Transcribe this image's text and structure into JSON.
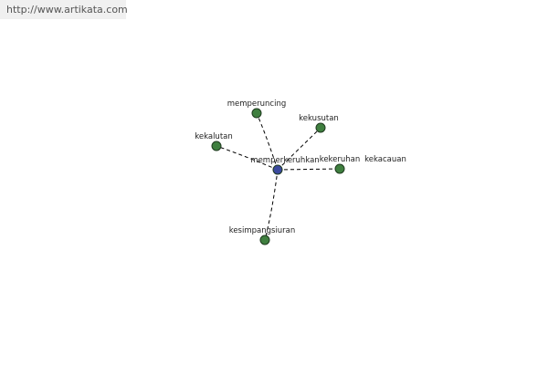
{
  "banner": {
    "url": "http://www.artikata.com"
  },
  "graph": {
    "center": {
      "label": "memperkeruhkan",
      "color": "#3b4a9e"
    },
    "node_color": "#3f7f3f",
    "nodes": [
      {
        "id": "memperuncing",
        "label": "memperuncing"
      },
      {
        "id": "kekusutan",
        "label": "kekusutan"
      },
      {
        "id": "kekalutan",
        "label": "kekalutan"
      },
      {
        "id": "kekeruhan",
        "label": "kekeruhan"
      },
      {
        "id": "kekacauan",
        "label": "kekacauan"
      },
      {
        "id": "kesimpangsiuran",
        "label": "kesimpangsiuran"
      }
    ]
  }
}
